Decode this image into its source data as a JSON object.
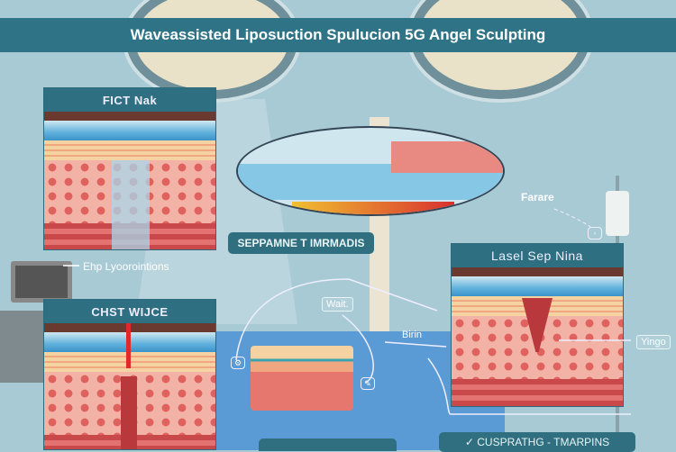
{
  "title": "Waveassisted Liposuction Spulucion 5G Angel Sculpting",
  "panels": {
    "top_left": {
      "header": "FICT Nak"
    },
    "bottom_left": {
      "header": "CHST WIJCE"
    },
    "right": {
      "header": "Lasel Sep Nina"
    }
  },
  "labels": {
    "center": "SEPPAMNE T IMRMADIS",
    "monitor": "Ehp Lyoorointions",
    "wait": "Wait.",
    "birin": "Birin",
    "yingo": "Yingo",
    "farare": "Farare",
    "bottom": "✓ CUSPRATHG - TMARPINS"
  },
  "colors": {
    "header": "#2e7386",
    "background": "#a8cad5",
    "table": "#5b9bd5"
  }
}
